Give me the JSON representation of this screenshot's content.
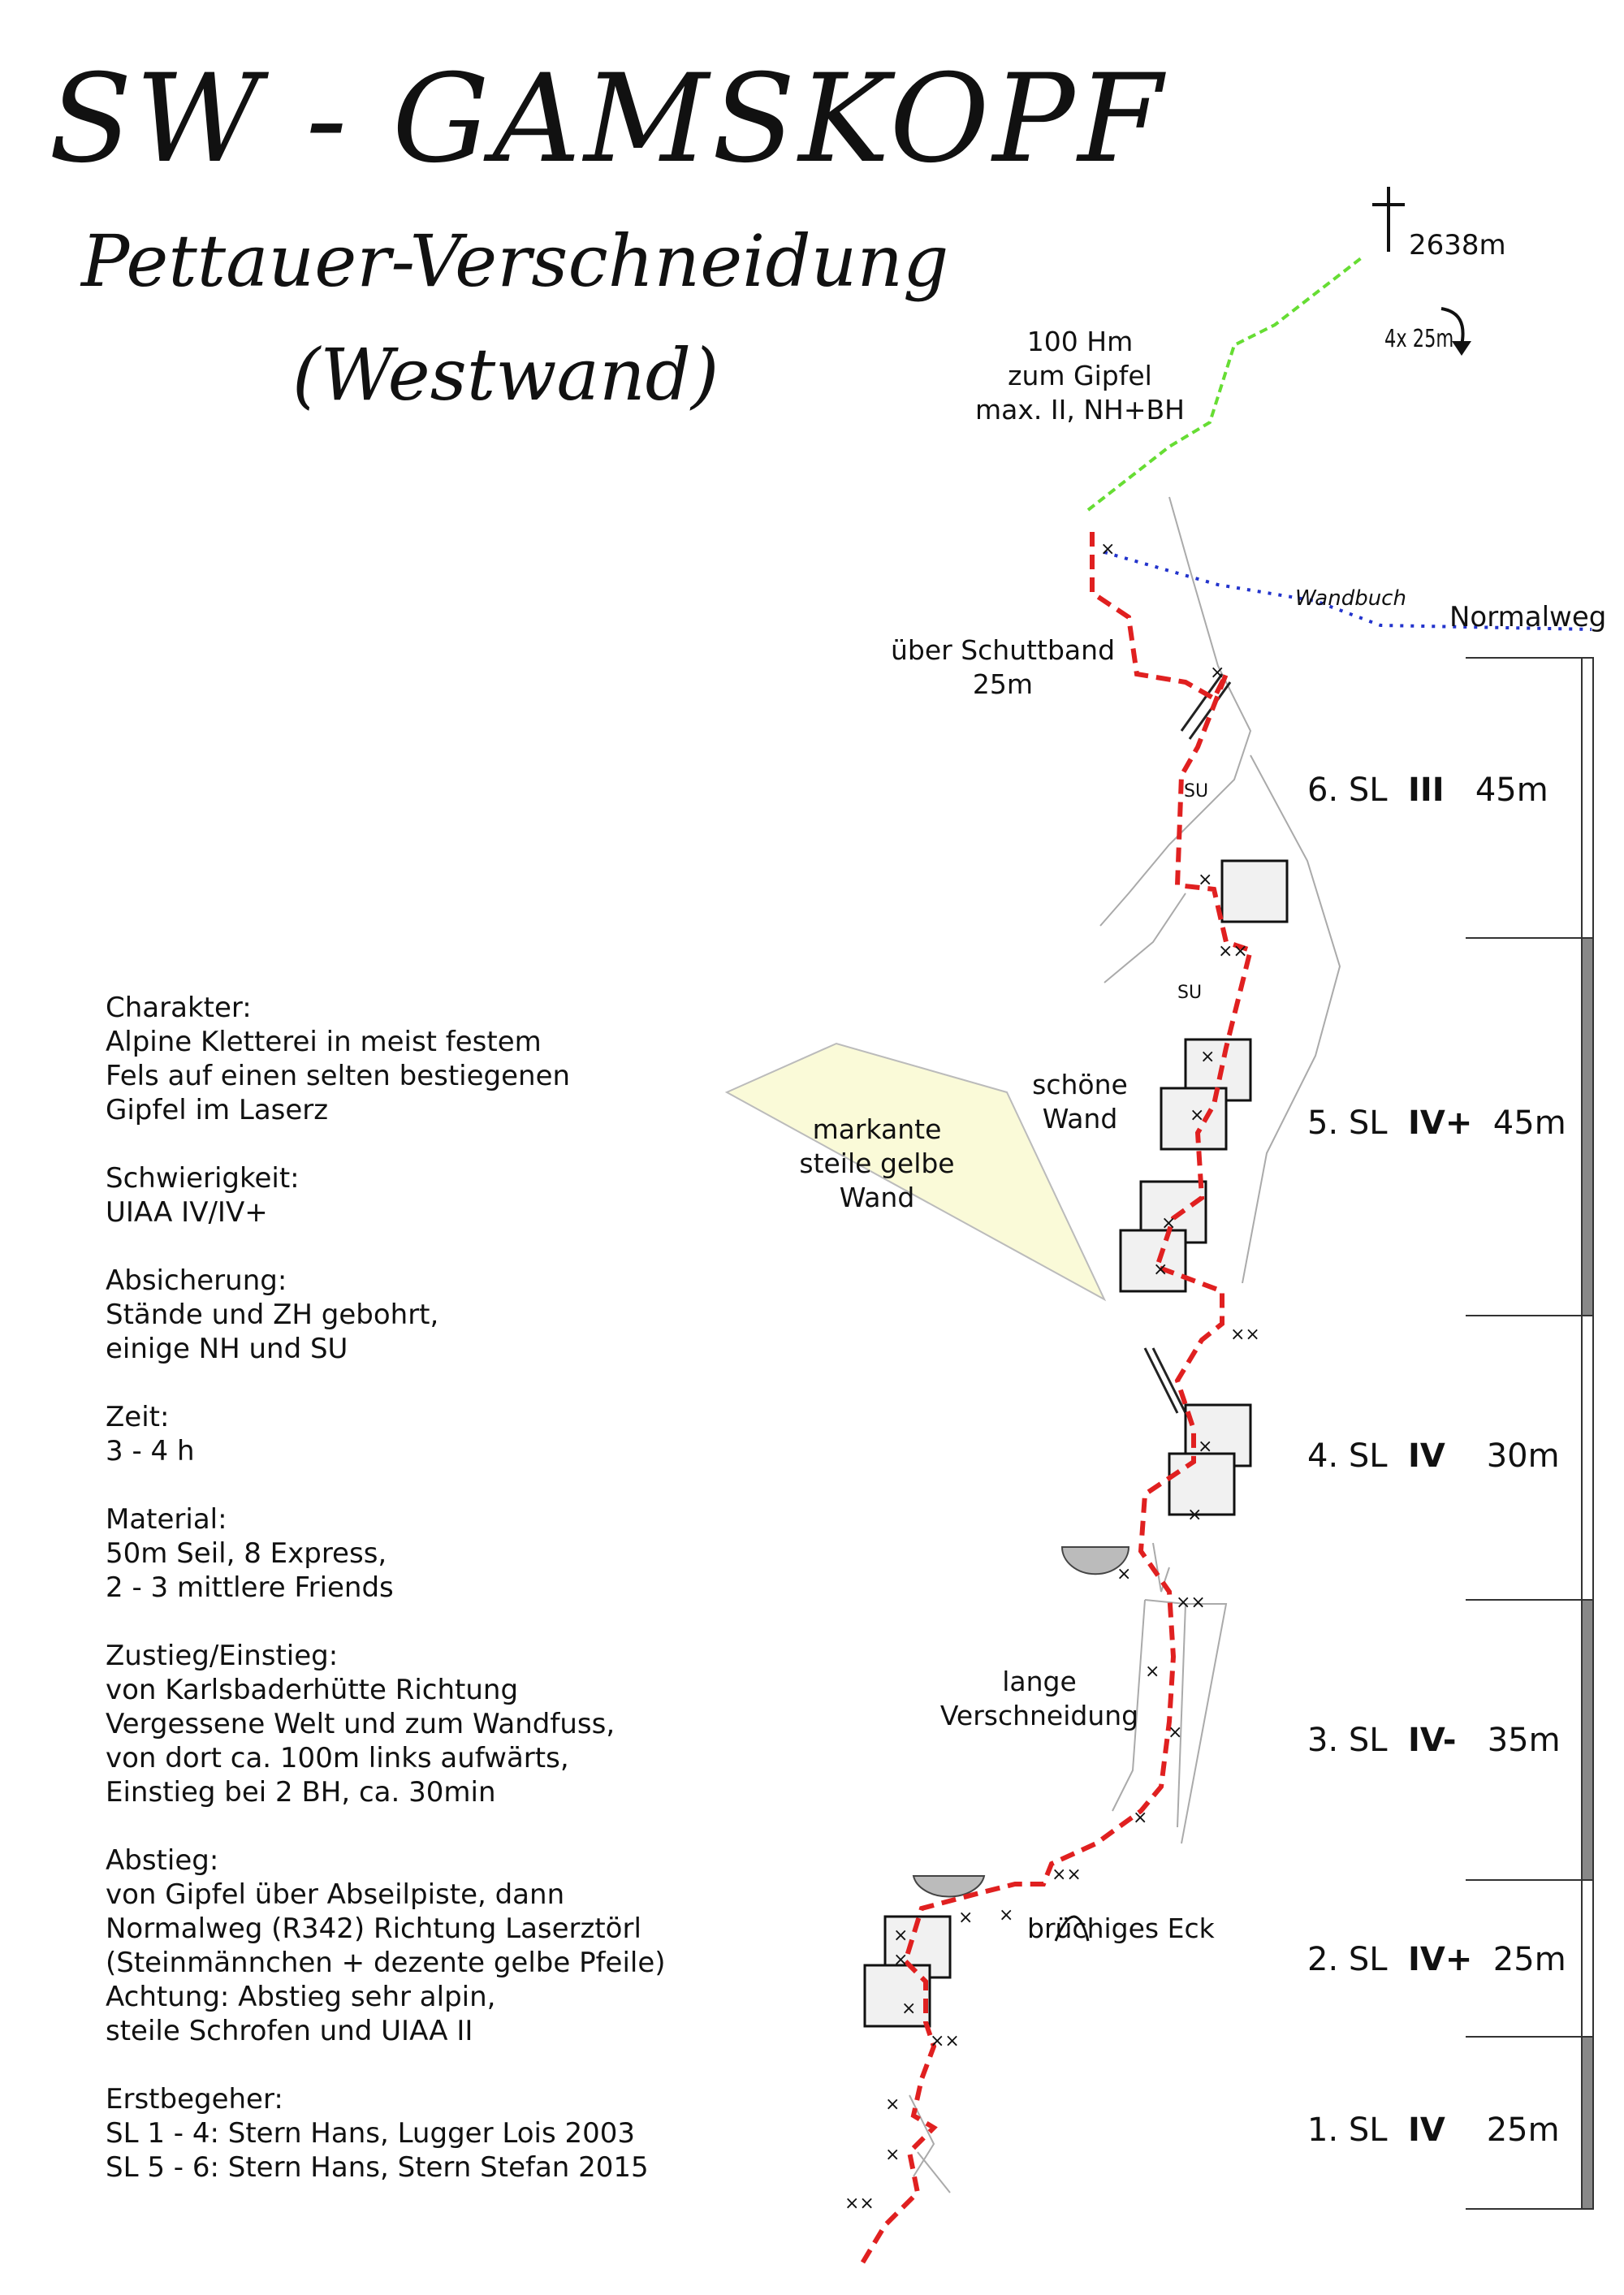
{
  "title": "SW - GAMSKOPF",
  "subtitle": "Pettauer-Verschneidung",
  "subtitle2": "(Westwand)",
  "summit": {
    "altitude": "2638m",
    "abseil": "4x 25m"
  },
  "notes": {
    "summit_line1": "100 Hm",
    "summit_line2": "zum Gipfel",
    "summit_line3": "max. II, NH+BH",
    "wandbuch": "Wandbuch",
    "normalweg": "Normalweg",
    "schuttband1": "über Schuttband",
    "schuttband2": "25m",
    "schoene1": "schöne",
    "schoene2": "Wand",
    "yellow1": "markante",
    "yellow2": "steile gelbe",
    "yellow3": "Wand",
    "lange1": "lange",
    "lange2": "Verschneidung",
    "eck": "brüchiges Eck",
    "su": "SU"
  },
  "pitches": [
    {
      "sl": "6. SL",
      "grade": "III",
      "length": "45m"
    },
    {
      "sl": "5. SL",
      "grade": "IV+",
      "length": "45m"
    },
    {
      "sl": "4. SL",
      "grade": "IV",
      "length": "30m"
    },
    {
      "sl": "3. SL",
      "grade": "IV-",
      "length": "35m"
    },
    {
      "sl": "2. SL",
      "grade": "IV+",
      "length": "25m"
    },
    {
      "sl": "1. SL",
      "grade": "IV",
      "length": "25m"
    }
  ],
  "info": {
    "charakter": [
      "Charakter:",
      "Alpine Kletterei in meist festem",
      "Fels auf einen selten bestiegenen",
      "Gipfel im Laserz"
    ],
    "schwierigkeit": [
      "Schwierigkeit:",
      "UIAA IV/IV+"
    ],
    "absicherung": [
      "Absicherung:",
      "Stände und ZH gebohrt,",
      "einige NH und SU"
    ],
    "zeit": [
      "Zeit:",
      "3 - 4 h"
    ],
    "material": [
      "Material:",
      "50m Seil, 8 Express,",
      "2 - 3 mittlere Friends"
    ],
    "zustieg": [
      "Zustieg/Einstieg:",
      "von Karlsbaderhütte Richtung",
      "Vergessene Welt und zum Wandfuss,",
      "von dort ca. 100m links aufwärts,",
      "Einstieg bei 2 BH, ca. 30min"
    ],
    "abstieg": [
      "Abstieg:",
      "von Gipfel über Abseilpiste, dann",
      "Normalweg (R342) Richtung Laserztörl",
      "(Steinmännchen + dezente gelbe Pfeile)",
      "Achtung: Abstieg sehr alpin,",
      "steile Schrofen und UIAA II"
    ],
    "erstbegeher": [
      "Erstbegeher:",
      "SL 1 - 4: Stern Hans, Lugger Lois 2003",
      "SL 5 - 6: Stern Hans, Stern Stefan 2015"
    ]
  },
  "colors": {
    "route": "#e02020",
    "summit_path": "#66dd33",
    "normalweg_path": "#2233cc",
    "yellow_wall": "#fafad8"
  }
}
